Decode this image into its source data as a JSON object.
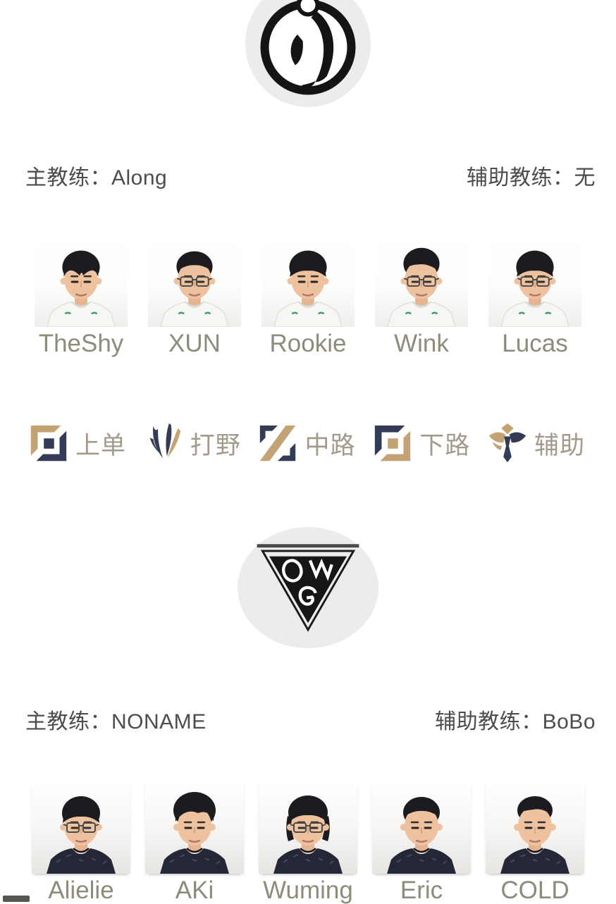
{
  "colors": {
    "page_bg": "#ffffff",
    "coach_text": "#4c4c4c",
    "player_name_text": "#8e8b7b",
    "role_label_text": "#a39a8c",
    "role_icon_navy": "#343b56",
    "role_icon_gold": "#c3a273",
    "logo_circle_bg": "#ececec",
    "logo_ink": "#141414"
  },
  "team_ig": {
    "logo": "invictus-gaming-logo",
    "head_coach_label": "主教练：",
    "head_coach_name": "Along",
    "assistant_coach_label": "辅助教练：",
    "assistant_coach_name": "无",
    "players": [
      {
        "name": "TheShy",
        "glasses": false,
        "hair": "curtain",
        "jersey": "white"
      },
      {
        "name": "XUN",
        "glasses": true,
        "hair": "short",
        "jersey": "white"
      },
      {
        "name": "Rookie",
        "glasses": false,
        "hair": "bowl",
        "jersey": "white"
      },
      {
        "name": "Wink",
        "glasses": true,
        "hair": "quiff",
        "jersey": "white"
      },
      {
        "name": "Lucas",
        "glasses": true,
        "hair": "bowl",
        "jersey": "white"
      }
    ]
  },
  "roles": [
    {
      "label": "上单",
      "icon": "top-lane-icon"
    },
    {
      "label": "打野",
      "icon": "jungle-icon"
    },
    {
      "label": "中路",
      "icon": "mid-lane-icon"
    },
    {
      "label": "下路",
      "icon": "bot-lane-icon"
    },
    {
      "label": "辅助",
      "icon": "support-icon"
    }
  ],
  "team_omg": {
    "logo": "omg-logo",
    "head_coach_label": "主教练：",
    "head_coach_name": "NONAME",
    "assistant_coach_label": "辅助教练：",
    "assistant_coach_name": "BoBo",
    "players": [
      {
        "name": "Alielie",
        "glasses": true,
        "hair": "bowl",
        "jersey": "dark"
      },
      {
        "name": "AKi",
        "glasses": false,
        "hair": "fluffy",
        "jersey": "dark"
      },
      {
        "name": "Wuming",
        "glasses": true,
        "hair": "mullet",
        "jersey": "dark"
      },
      {
        "name": "Eric",
        "glasses": false,
        "hair": "short",
        "jersey": "dark"
      },
      {
        "name": "COLD",
        "glasses": false,
        "hair": "undercut",
        "jersey": "dark"
      }
    ]
  }
}
